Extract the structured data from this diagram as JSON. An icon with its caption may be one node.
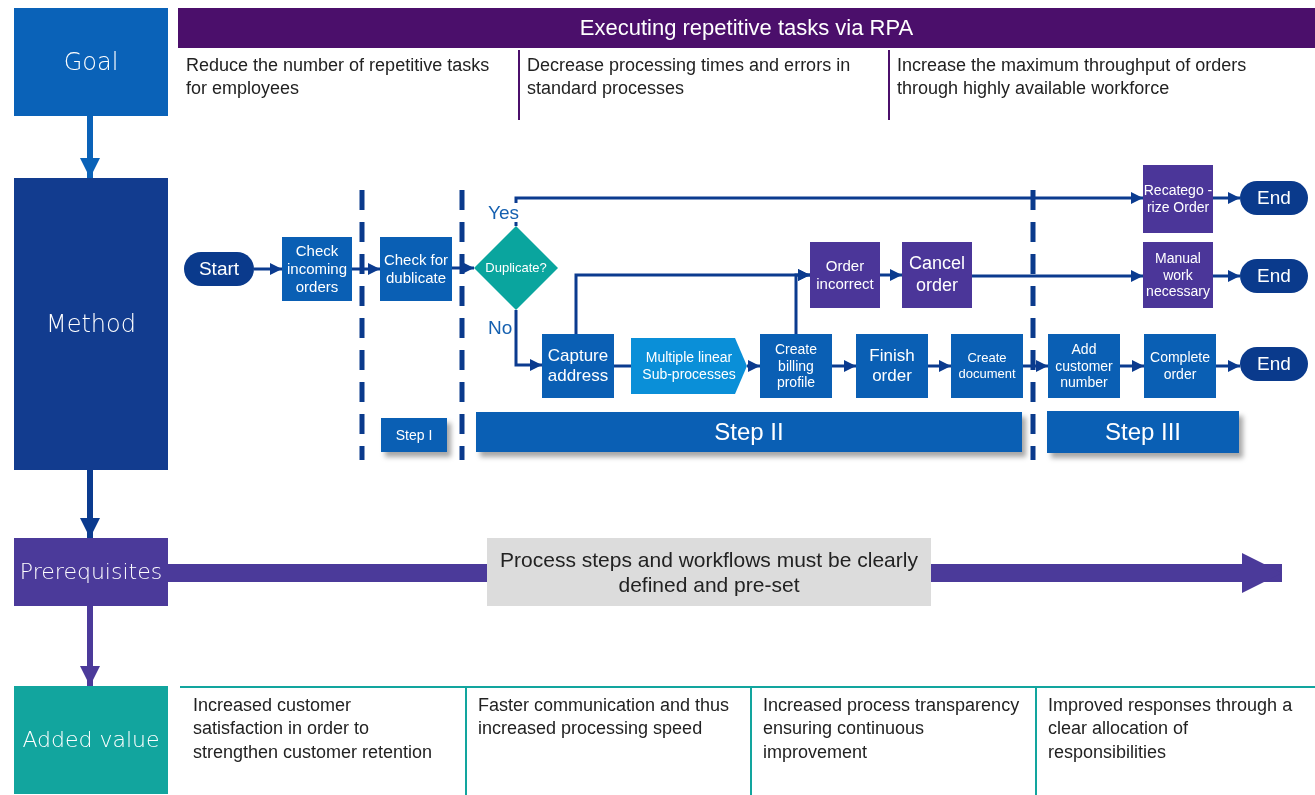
{
  "diagram": {
    "nodes": [
      {
        "text": [
          "Goal"
        ]
      },
      {
        "text": [
          "Executing repetitive tasks via RPA"
        ]
      },
      {
        "text": [
          "Method"
        ]
      },
      {
        "text": [
          "Start"
        ]
      },
      {
        "text": [
          "Check incoming orders"
        ]
      },
      {
        "text": [
          "Check for dublicate"
        ]
      },
      {
        "text": [
          "Duplicate?"
        ]
      },
      {
        "text": [
          "Recatego -rize Order"
        ]
      },
      {
        "text": [
          "End"
        ]
      },
      {
        "text": [
          "Order incorrect"
        ]
      },
      {
        "text": [
          "Cancel order"
        ]
      },
      {
        "text": [
          "Manual work necessary"
        ]
      },
      {
        "text": [
          "End"
        ]
      },
      {
        "text": [
          "Capture address"
        ]
      },
      {
        "text": [
          "Multiple linear Sub-processes"
        ]
      },
      {
        "text": [
          "Create billing profile"
        ]
      },
      {
        "text": [
          "Finish order"
        ]
      },
      {
        "text": [
          "Create document"
        ]
      },
      {
        "text": [
          "Add customer number"
        ]
      },
      {
        "text": [
          "Complete order"
        ]
      },
      {
        "text": [
          "End"
        ]
      },
      {
        "text": [
          "Step I"
        ]
      },
      {
        "text": [
          "Step II"
        ]
      },
      {
        "text": [
          "Step III"
        ]
      },
      {
        "text": [
          "Prerequisites"
        ]
      },
      {
        "text": [
          "Process steps and workflows must be clearly defined and pre-set"
        ]
      },
      {
        "text": [
          "Added value"
        ]
      }
    ],
    "edges": [
      {
        "from": 0,
        "to": 2,
        "arrow": "to",
        "style": "thick",
        "color": "#0a62b8"
      },
      {
        "from": 2,
        "to": 24,
        "arrow": "to",
        "style": "thick"
      },
      {
        "from": 24,
        "to": 26,
        "arrow": "to",
        "style": "thick",
        "color": "#4b3a9a"
      },
      {
        "from": 24,
        "to": 25,
        "arrow": "none",
        "style": "thick",
        "color": "#4b3a9a"
      },
      {
        "from": 25,
        "to": null,
        "arrow": "to",
        "style": "thick",
        "color": "#4b3a9a"
      },
      {
        "from": 3,
        "to": 4,
        "arrow": "to"
      },
      {
        "from": 4,
        "to": 5,
        "arrow": "to"
      },
      {
        "from": 5,
        "to": 6,
        "arrow": "to"
      },
      {
        "from": 6,
        "to": 7,
        "arrow": "to",
        "label": "Yes"
      },
      {
        "from": 7,
        "to": 8,
        "arrow": "to"
      },
      {
        "from": 6,
        "to": 13,
        "arrow": "to",
        "label": "No"
      },
      {
        "from": 13,
        "to": 9,
        "arrow": "to"
      },
      {
        "from": 15,
        "to": 9,
        "arrow": "to"
      },
      {
        "from": 9,
        "to": 10,
        "arrow": "to"
      },
      {
        "from": 10,
        "to": 11,
        "arrow": "to"
      },
      {
        "from": 11,
        "to": 12,
        "arrow": "to"
      },
      {
        "from": 13,
        "to": 14,
        "arrow": "none"
      },
      {
        "from": 14,
        "to": 15,
        "arrow": "to"
      },
      {
        "from": 15,
        "to": 16,
        "arrow": "to"
      },
      {
        "from": 16,
        "to": 17,
        "arrow": "to"
      },
      {
        "from": 17,
        "to": 18,
        "arrow": "to"
      },
      {
        "from": 18,
        "to": 19,
        "arrow": "to"
      },
      {
        "from": 19,
        "to": 20,
        "arrow": "to"
      }
    ],
    "labels": [
      "Reduce the number of repetitive tasks for employees",
      "Decrease processing times and errors in standard processes",
      "Increase the maximum throughput of orders through highly available workforce",
      "Increased customer satisfaction in order to strengthen customer retention",
      "Faster communication and thus increased processing speed",
      "Increased process transparency ensuring continuous improvement",
      "Improved responses through a clear allocation of responsibilities"
    ]
  }
}
